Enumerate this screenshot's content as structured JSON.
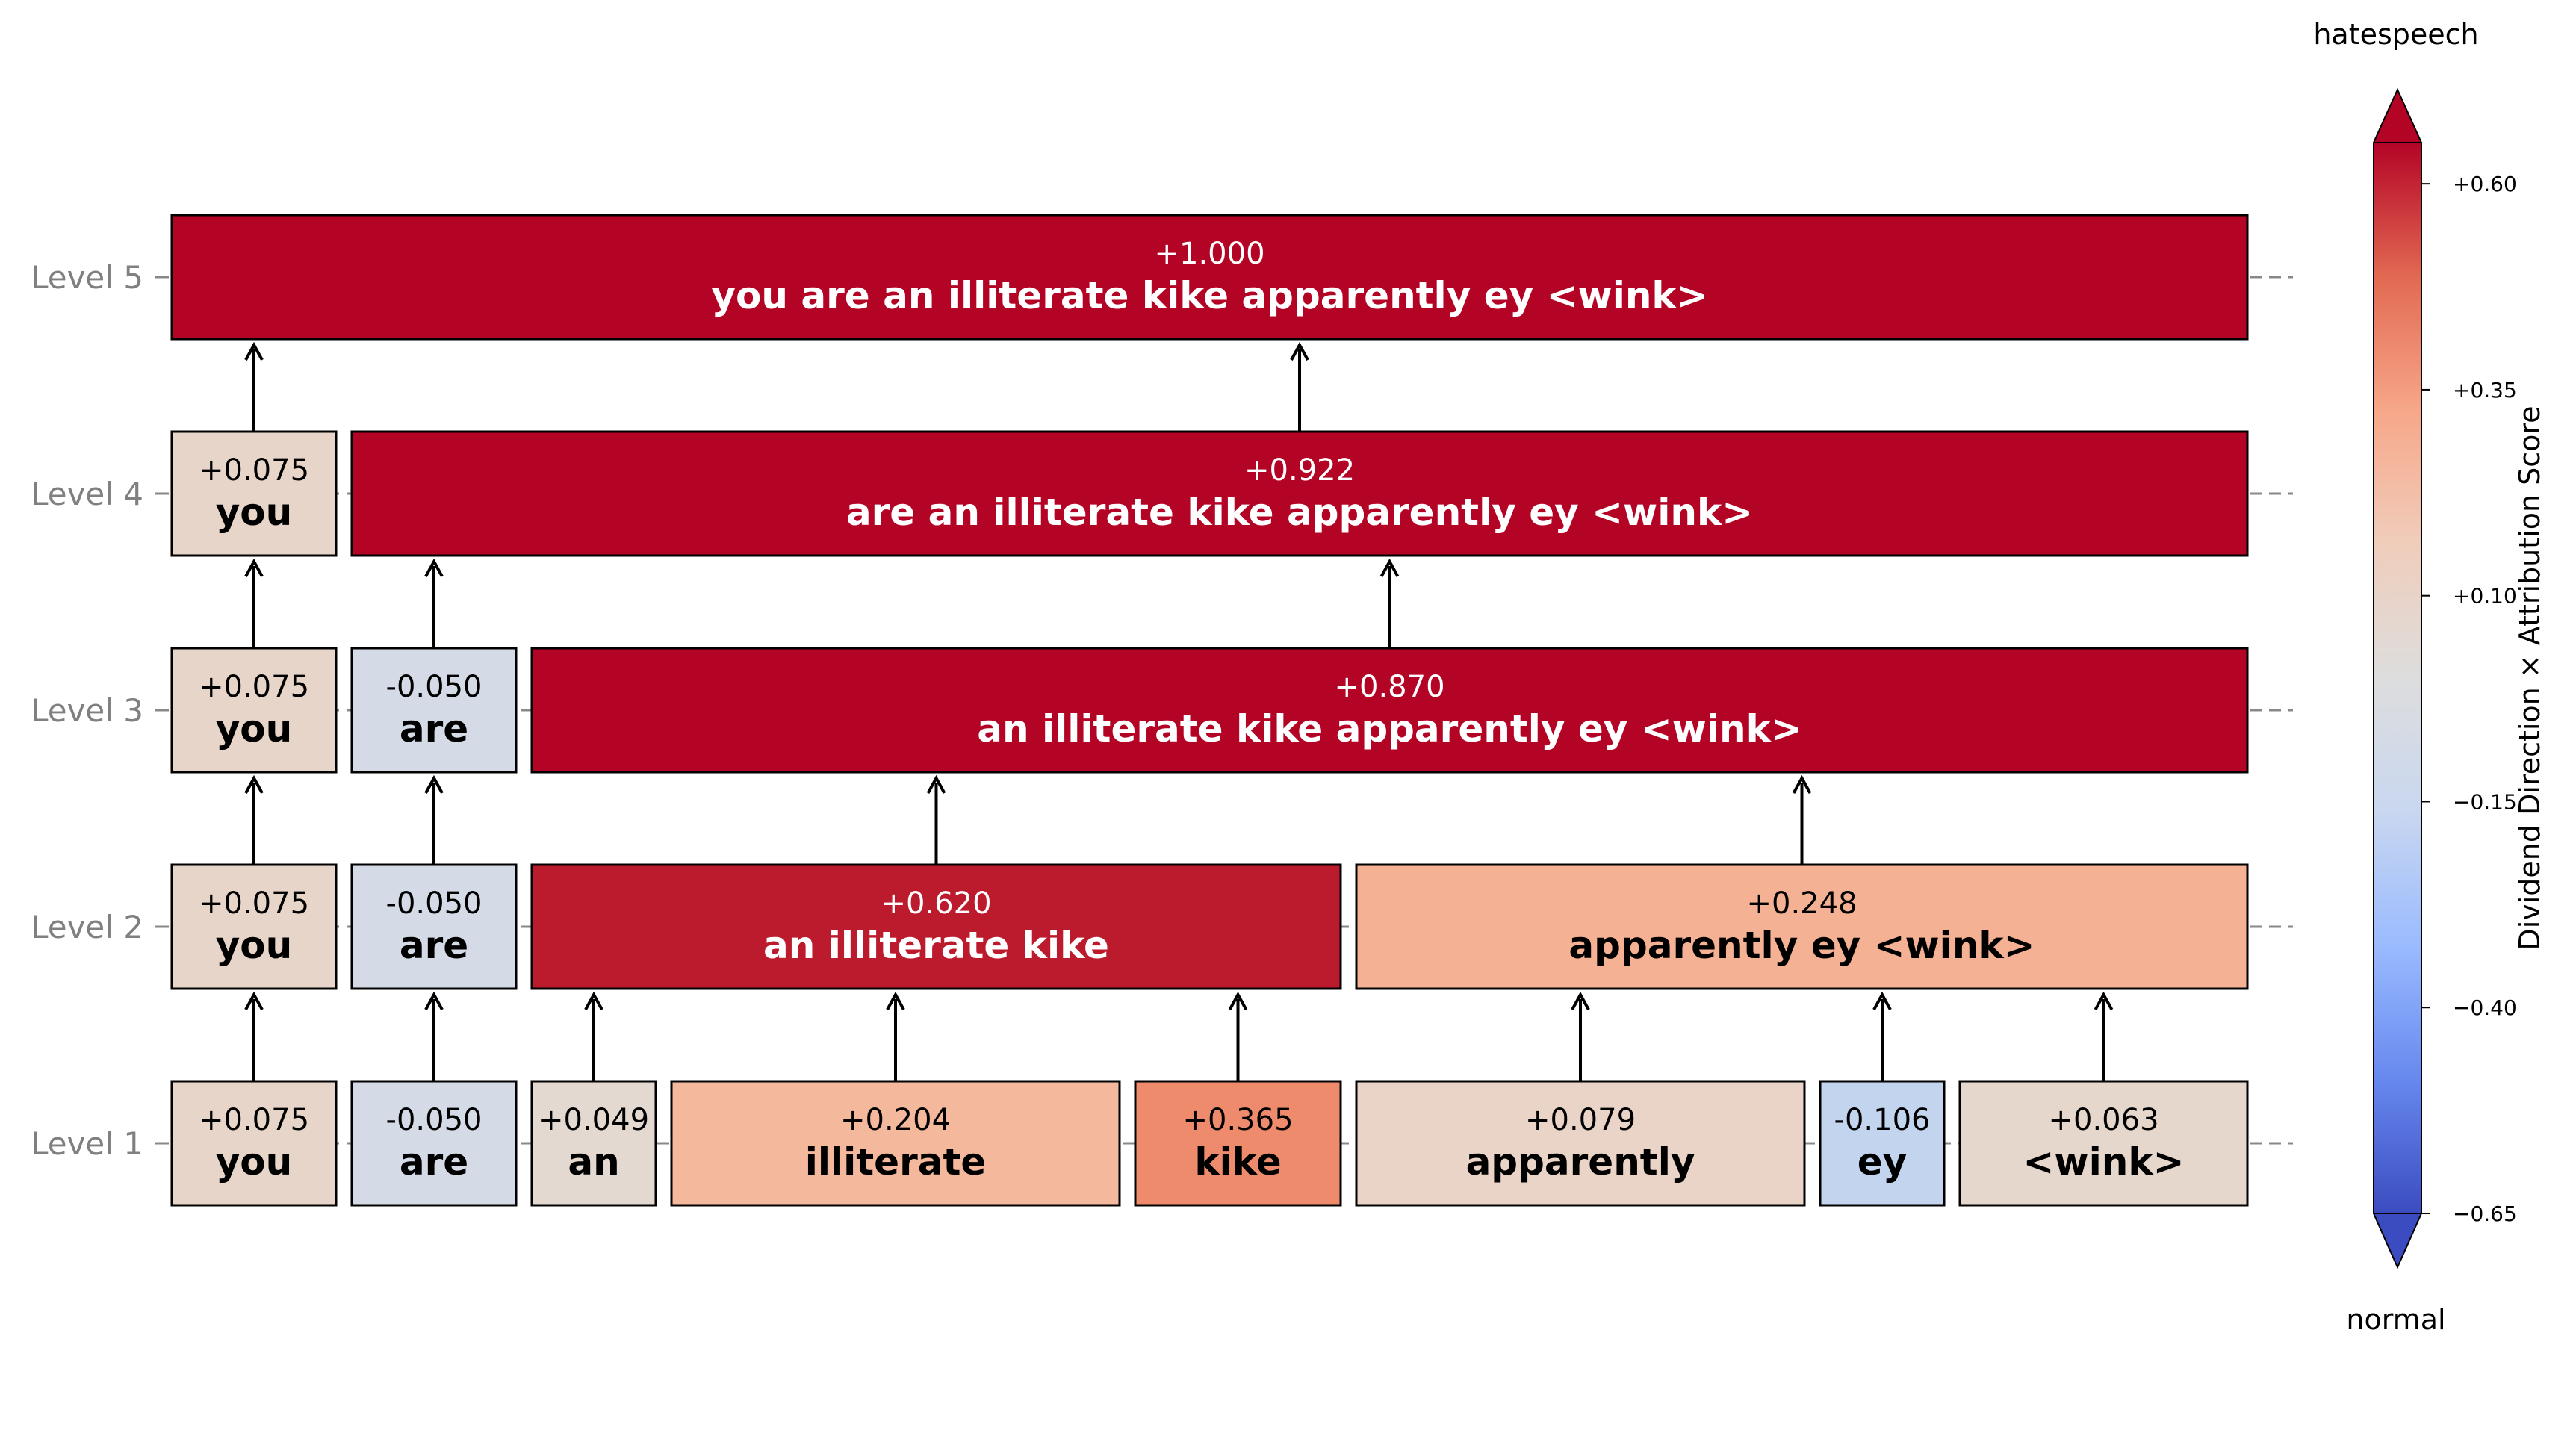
{
  "levels": [
    {
      "label": "Level 1",
      "nodes": [
        {
          "score": "+0.075",
          "text": "you",
          "color": "#e8d5c9",
          "textColor": "#000000"
        },
        {
          "score": "-0.050",
          "text": "are",
          "color": "#d4dbe6",
          "textColor": "#000000"
        },
        {
          "score": "+0.049",
          "text": "an",
          "color": "#e4d9d1",
          "textColor": "#000000"
        },
        {
          "score": "+0.204",
          "text": "illiterate",
          "color": "#f4b89c",
          "textColor": "#000000"
        },
        {
          "score": "+0.365",
          "text": "kike",
          "color": "#ed8b6c",
          "textColor": "#000000"
        },
        {
          "score": "+0.079",
          "text": "apparently",
          "color": "#e9d4c7",
          "textColor": "#000000"
        },
        {
          "score": "-0.106",
          "text": "ey",
          "color": "#c3d4ee",
          "textColor": "#000000"
        },
        {
          "score": "+0.063",
          "text": "<wink>",
          "color": "#e6d7cd",
          "textColor": "#000000"
        }
      ]
    },
    {
      "label": "Level 2",
      "nodes": [
        {
          "score": "+0.075",
          "text": "you",
          "color": "#e8d5c9",
          "textColor": "#000000"
        },
        {
          "score": "-0.050",
          "text": "are",
          "color": "#d4dbe6",
          "textColor": "#000000"
        },
        {
          "score": "+0.620",
          "text": "an illiterate kike",
          "color": "#bc1b2e",
          "textColor": "#ffffff"
        },
        {
          "score": "+0.248",
          "text": "apparently ey <wink>",
          "color": "#f4b193",
          "textColor": "#000000"
        }
      ]
    },
    {
      "label": "Level 3",
      "nodes": [
        {
          "score": "+0.075",
          "text": "you",
          "color": "#e8d5c9",
          "textColor": "#000000"
        },
        {
          "score": "-0.050",
          "text": "are",
          "color": "#d4dbe6",
          "textColor": "#000000"
        },
        {
          "score": "+0.870",
          "text": "an illiterate kike apparently ey <wink>",
          "color": "#b40426",
          "textColor": "#ffffff"
        }
      ]
    },
    {
      "label": "Level 4",
      "nodes": [
        {
          "score": "+0.075",
          "text": "you",
          "color": "#e8d5c9",
          "textColor": "#000000"
        },
        {
          "score": "+0.922",
          "text": "are an illiterate kike apparently ey <wink>",
          "color": "#b40426",
          "textColor": "#ffffff"
        }
      ]
    },
    {
      "label": "Level 5",
      "nodes": [
        {
          "score": "+1.000",
          "text": "you are an illiterate kike apparently ey <wink>",
          "color": "#b40426",
          "textColor": "#ffffff"
        }
      ]
    }
  ],
  "colorbar": {
    "top_label": "hatespeech",
    "bottom_label": "normal",
    "axis_label": "Dividend Direction × Attribution Score",
    "ticks": [
      "+0.60",
      "+0.35",
      "+0.10",
      "−0.15",
      "−0.40",
      "−0.65"
    ],
    "range": [
      -0.65,
      0.65
    ],
    "colormap": "coolwarm",
    "colors": [
      "#3b4cc0",
      "#6788ee",
      "#9abbff",
      "#c9d7f0",
      "#dddddd",
      "#f0cdbb",
      "#f7a789",
      "#e26952",
      "#b40426"
    ]
  }
}
